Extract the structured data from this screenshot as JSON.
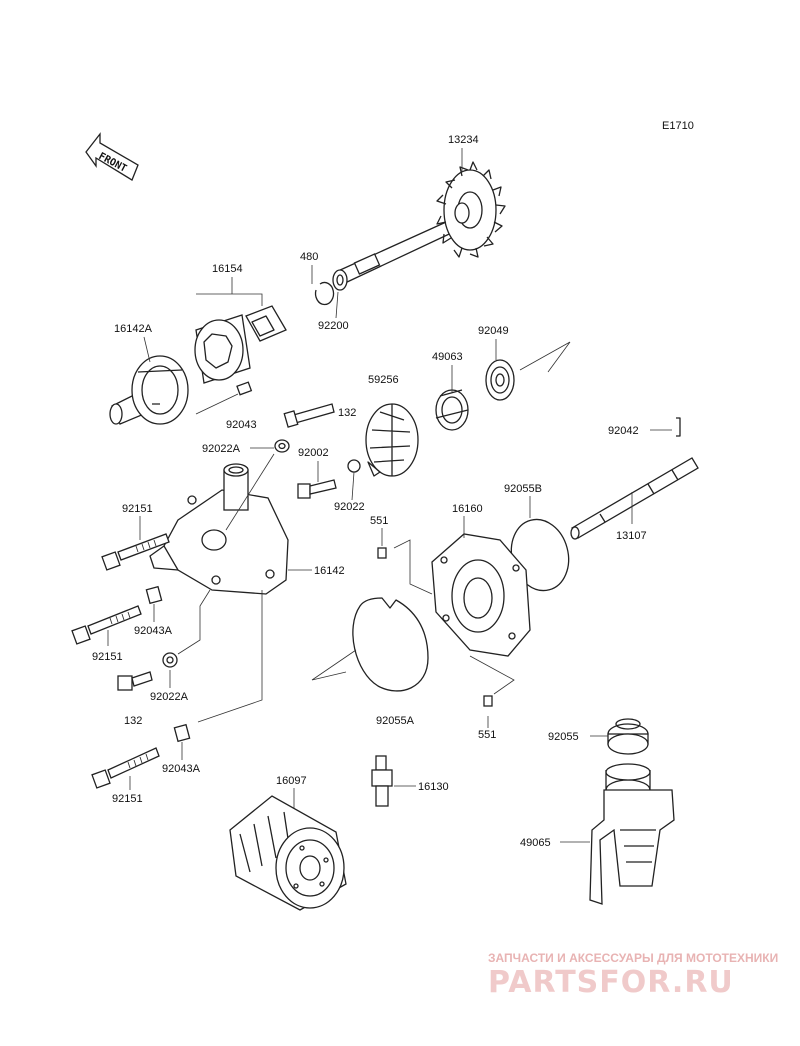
{
  "diagram_code": "E1710",
  "front_label": "FRONT",
  "labels": {
    "p13234": "13234",
    "p480": "480",
    "p92200": "92200",
    "p16154": "16154",
    "p16142A": "16142A",
    "p92049": "92049",
    "p49063": "49063",
    "p59256": "59256",
    "p92043_top": "92043",
    "p132_top": "132",
    "p92022A_top": "92022A",
    "p92002": "92002",
    "p92022": "92022",
    "p92042": "92042",
    "p92055B": "92055B",
    "p92151_a": "92151",
    "p551_top": "551",
    "p16160": "16160",
    "p13107": "13107",
    "p16142": "16142",
    "p92043A_a": "92043A",
    "p92151_b": "92151",
    "p92022A_b": "92022A",
    "p132_b": "132",
    "p92055A": "92055A",
    "p551_b": "551",
    "p92055": "92055",
    "p92043A_b": "92043A",
    "p92151_c": "92151",
    "p16097": "16097",
    "p16130": "16130",
    "p49065": "49065"
  },
  "watermark": {
    "caption": "ЗАПЧАСТИ И АКСЕССУАРЫ ДЛЯ МОТОТЕХНИКИ",
    "brand": "PARTSFOR.RU"
  }
}
